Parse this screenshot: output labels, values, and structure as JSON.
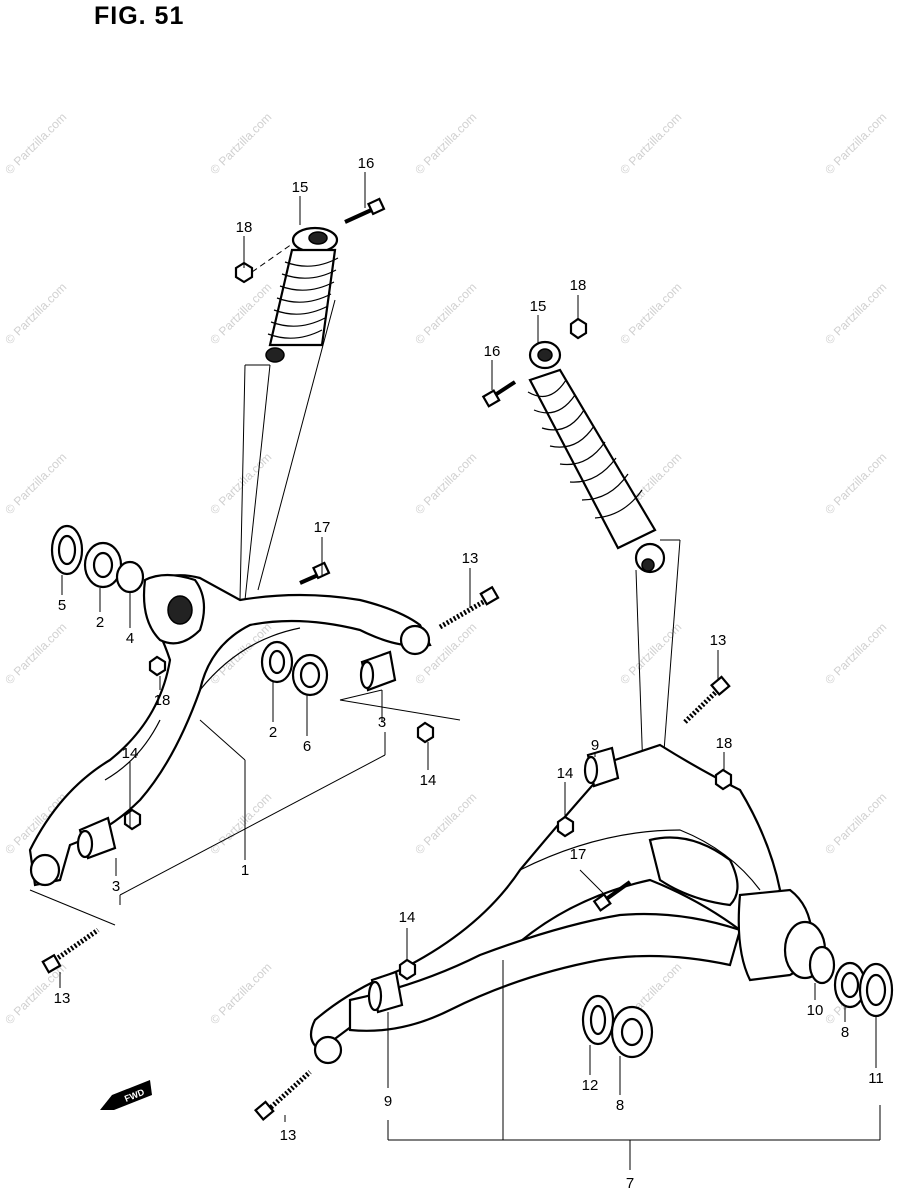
{
  "figure": {
    "title": "FIG. 51"
  },
  "watermark": "© Partzilla.com",
  "callouts": [
    {
      "id": "c16a",
      "label": "16"
    },
    {
      "id": "c15a",
      "label": "15"
    },
    {
      "id": "c18a",
      "label": "18"
    },
    {
      "id": "c18b",
      "label": "18"
    },
    {
      "id": "c15b",
      "label": "15"
    },
    {
      "id": "c16b",
      "label": "16"
    },
    {
      "id": "c17a",
      "label": "17"
    },
    {
      "id": "c13a",
      "label": "13"
    },
    {
      "id": "c5",
      "label": "5"
    },
    {
      "id": "c2a",
      "label": "2"
    },
    {
      "id": "c4",
      "label": "4"
    },
    {
      "id": "c18c",
      "label": "18"
    },
    {
      "id": "c2b",
      "label": "2"
    },
    {
      "id": "c6",
      "label": "6"
    },
    {
      "id": "c3a",
      "label": "3"
    },
    {
      "id": "c3b",
      "label": "3"
    },
    {
      "id": "c14a",
      "label": "14"
    },
    {
      "id": "c14b",
      "label": "14"
    },
    {
      "id": "c1",
      "label": "1"
    },
    {
      "id": "c3c",
      "label": "3"
    },
    {
      "id": "c13b",
      "label": "13"
    },
    {
      "id": "c13c",
      "label": "13"
    },
    {
      "id": "c9a",
      "label": "9"
    },
    {
      "id": "c18d",
      "label": "18"
    },
    {
      "id": "c14c",
      "label": "14"
    },
    {
      "id": "c17b",
      "label": "17"
    },
    {
      "id": "c14d",
      "label": "14"
    },
    {
      "id": "c9b",
      "label": "9"
    },
    {
      "id": "c12",
      "label": "12"
    },
    {
      "id": "c8a",
      "label": "8"
    },
    {
      "id": "c10",
      "label": "10"
    },
    {
      "id": "c8b",
      "label": "8"
    },
    {
      "id": "c11",
      "label": "11"
    },
    {
      "id": "c13d",
      "label": "13"
    },
    {
      "id": "c7",
      "label": "7"
    }
  ],
  "fwd_indicator": {
    "label": "FWD"
  }
}
